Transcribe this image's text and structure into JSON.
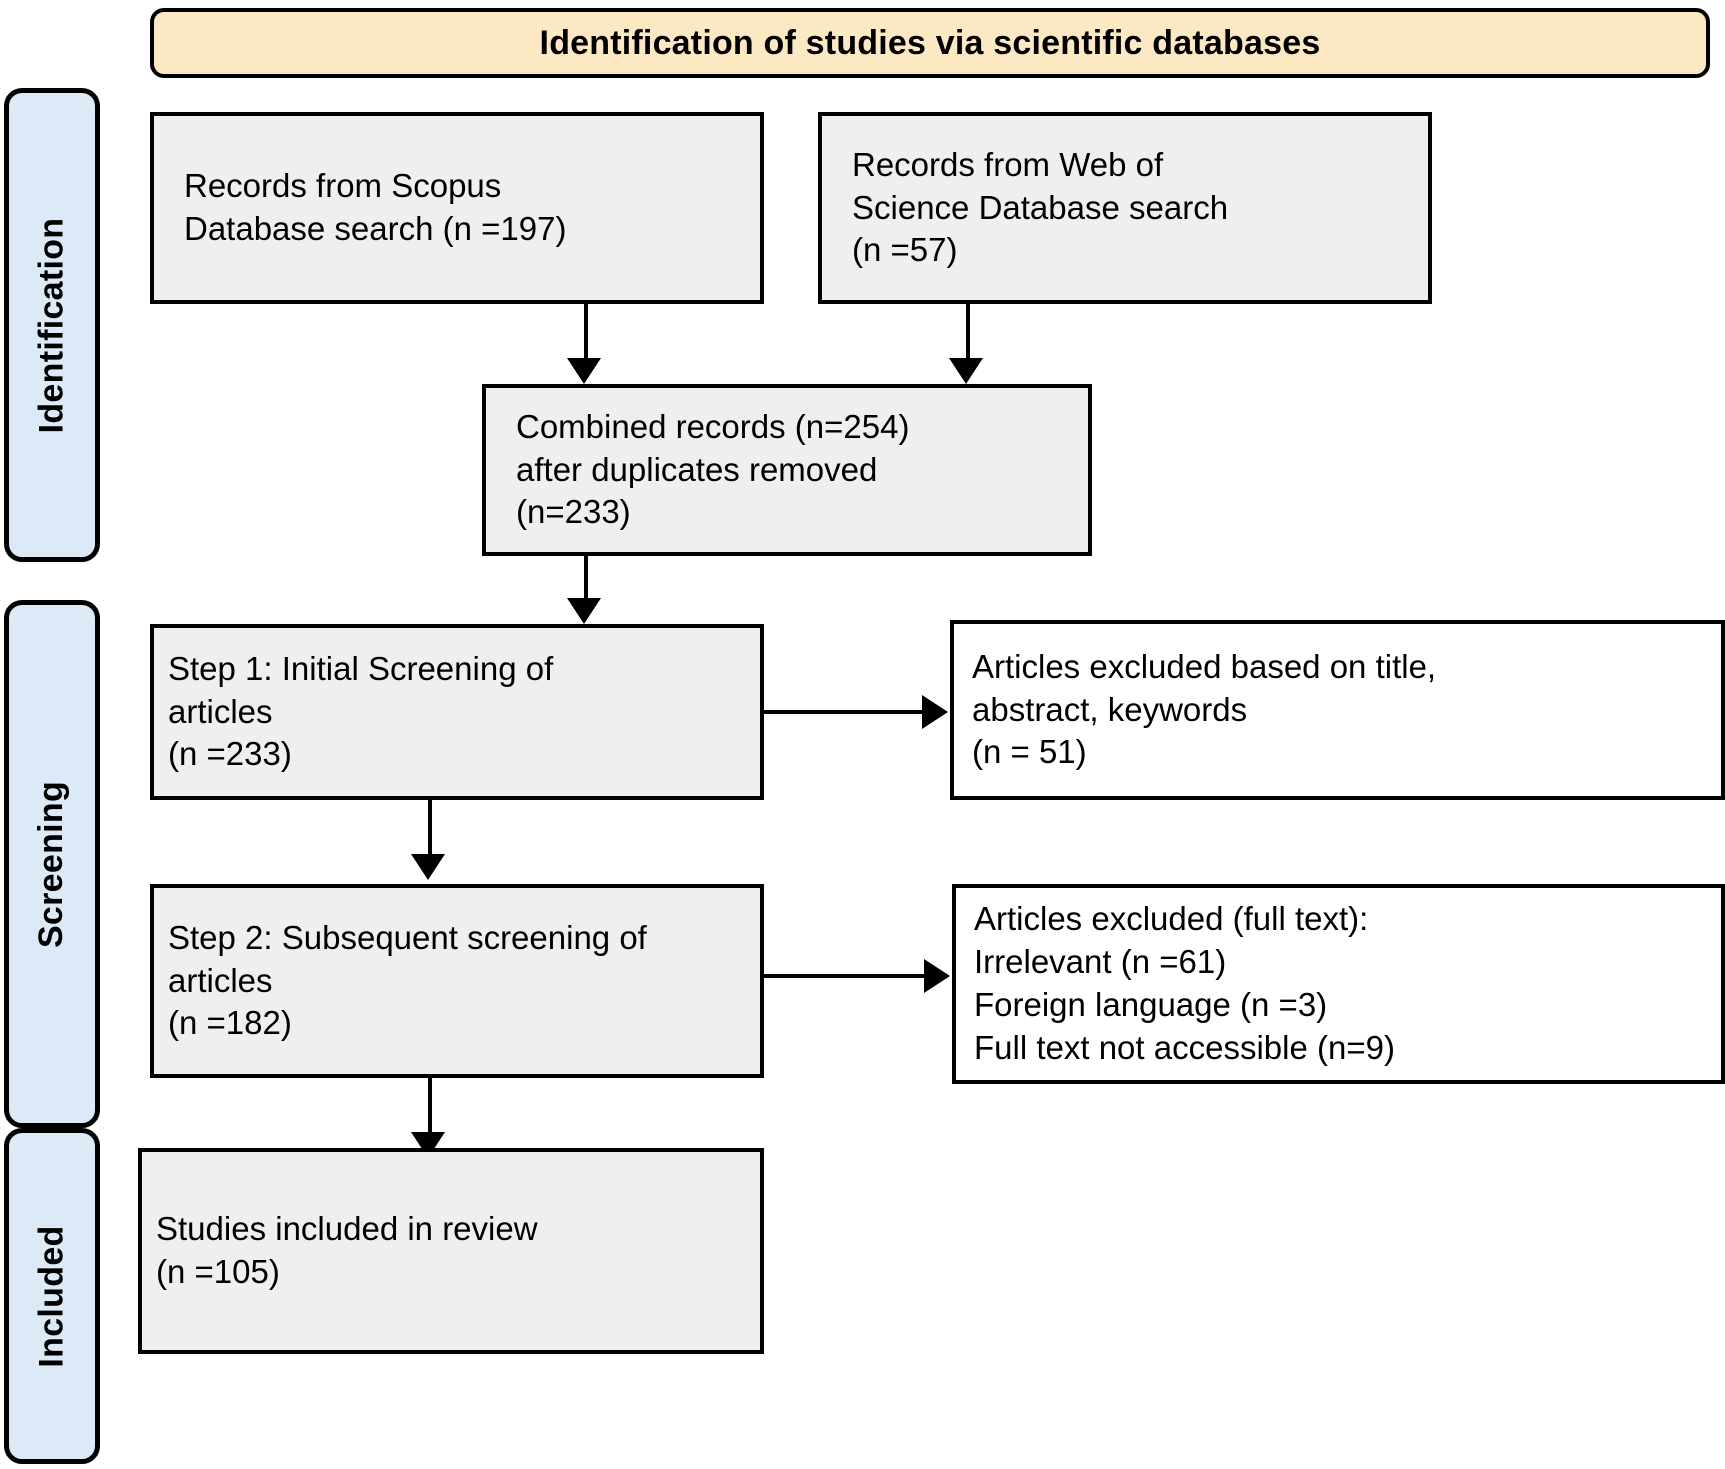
{
  "diagram": {
    "type": "prisma-flow-diagram",
    "title": "Identification of studies via scientific databases",
    "stages": [
      {
        "id": "identification",
        "label": "Identification"
      },
      {
        "id": "screening",
        "label": "Screening"
      },
      {
        "id": "included",
        "label": "Included"
      }
    ],
    "nodes": {
      "scopus": {
        "text": "Records from Scopus\nDatabase search (n =197)"
      },
      "wos": {
        "text": "Records from Web of\nScience Database search\n(n =57)"
      },
      "combined": {
        "text": "Combined records (n=254)\nafter duplicates removed\n(n=233)"
      },
      "step1": {
        "text": "Step 1: Initial Screening of\narticles\n(n =233)"
      },
      "excluded1": {
        "text": "Articles excluded based on title,\nabstract, keywords\n(n = 51)"
      },
      "step2": {
        "text": "Step 2: Subsequent screening of\narticles\n(n =182)"
      },
      "excluded2": {
        "text": "Articles excluded (full text):\n    Irrelevant (n =61)\n    Foreign language (n =3)\n    Full text not accessible (n=9)"
      },
      "included": {
        "text": "Studies included in review\n(n =105)"
      }
    },
    "counts": {
      "scopus_records": 197,
      "web_of_science_records": 57,
      "combined_records": 254,
      "after_duplicates_removed": 233,
      "step1_screened": 233,
      "excluded_title_abstract_keywords": 51,
      "step2_screened": 182,
      "excluded_irrelevant": 61,
      "excluded_foreign_language": 3,
      "excluded_full_text_not_accessible": 9,
      "studies_included": 105
    },
    "colors": {
      "title_banner_fill": "#FCE9C4",
      "stage_label_fill": "#DCE9F6",
      "node_fill": "#EFEFEF",
      "excluded_node_fill": "#FFFFFF",
      "stroke": "#000000"
    }
  }
}
